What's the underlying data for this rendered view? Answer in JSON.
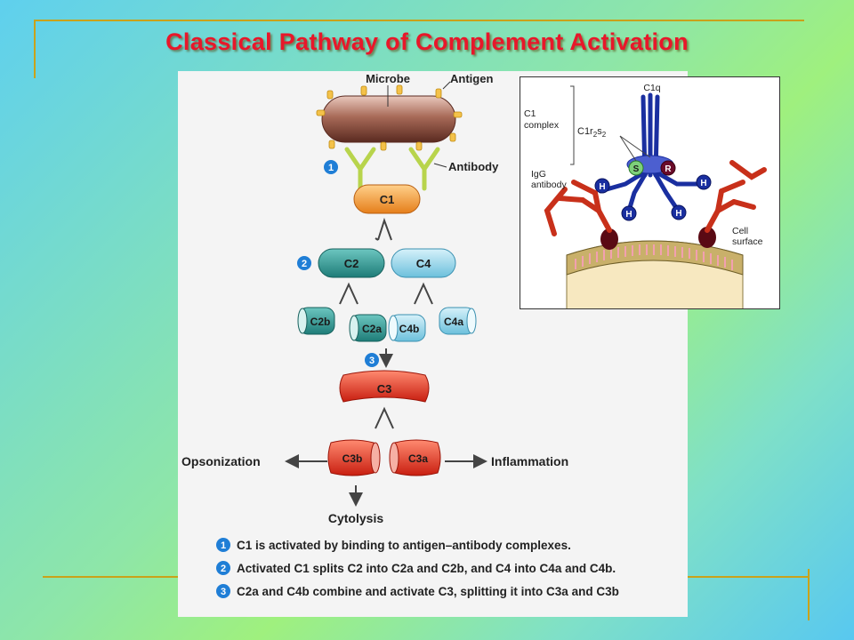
{
  "slide_title": "Classical Pathway of Complement Activation",
  "labels": {
    "microbe": "Microbe",
    "antigen": "Antigen",
    "antibody": "Antibody",
    "c1": "C1",
    "c2": "C2",
    "c4": "C4",
    "c2b": "C2b",
    "c2a": "C2a",
    "c4b": "C4b",
    "c4a": "C4a",
    "c3": "C3",
    "c3b": "C3b",
    "c3a": "C3a",
    "opsonization": "Opsonization",
    "inflammation": "Inflammation",
    "cytolysis": "Cytolysis"
  },
  "step_numbers": [
    "1",
    "2",
    "3"
  ],
  "steps": [
    {
      "number": "1",
      "text": "C1 is activated by binding to antigen–antibody complexes."
    },
    {
      "number": "2",
      "text": "Activated C1 splits C2 into C2a and C2b, and C4 into C4a and C4b."
    },
    {
      "number": "3",
      "text": "C2a and C4b combine and activate C3, splitting it into C3a and C3b"
    }
  ],
  "inset": {
    "c1q": "C1q",
    "c1_complex_line1": "C1",
    "c1_complex_line2": "complex",
    "c1r2s2_base": "C1r",
    "c1r2s2_sub1": "2",
    "c1r2s2_mid": "s",
    "c1r2s2_sub2": "2",
    "igg_line1": "IgG",
    "igg_line2": "antibody",
    "cell_line1": "Cell",
    "cell_line2": "surface",
    "s_label": "S",
    "r_label": "R",
    "h_label": "H"
  },
  "colors": {
    "title": "#e8172a",
    "frame": "#c9a21a",
    "c1": "#f29a2e",
    "c2": "#2f9e9a",
    "c4": "#8fd3e6",
    "c3": "#e8321e",
    "step_badge": "#1f7ed6",
    "antibody": "#b8d44c",
    "microbe": "#9a5a4a"
  }
}
